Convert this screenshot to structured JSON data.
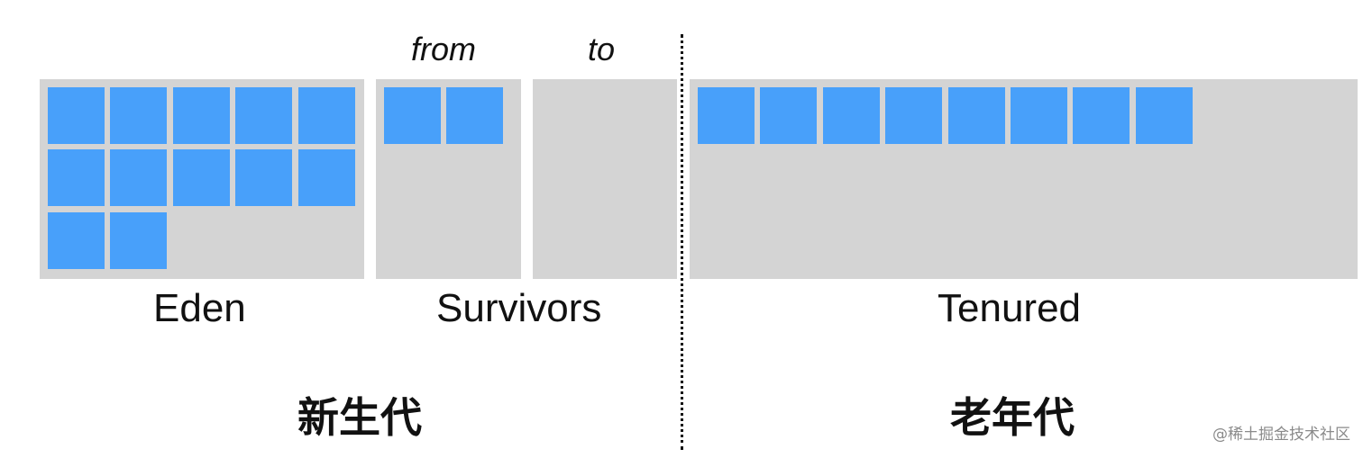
{
  "labels": {
    "from": "from",
    "to": "to",
    "eden": "Eden",
    "survivors": "Survivors",
    "tenured": "Tenured",
    "young_generation": "新生代",
    "old_generation": "老年代"
  },
  "block_counts": {
    "eden": 12,
    "survivor_from": 2,
    "survivor_to": 0,
    "tenured": 8
  },
  "watermark": "@稀土掘金技术社区",
  "colors": {
    "region": "#d4d4d4",
    "object_block": "#48a0fa"
  }
}
